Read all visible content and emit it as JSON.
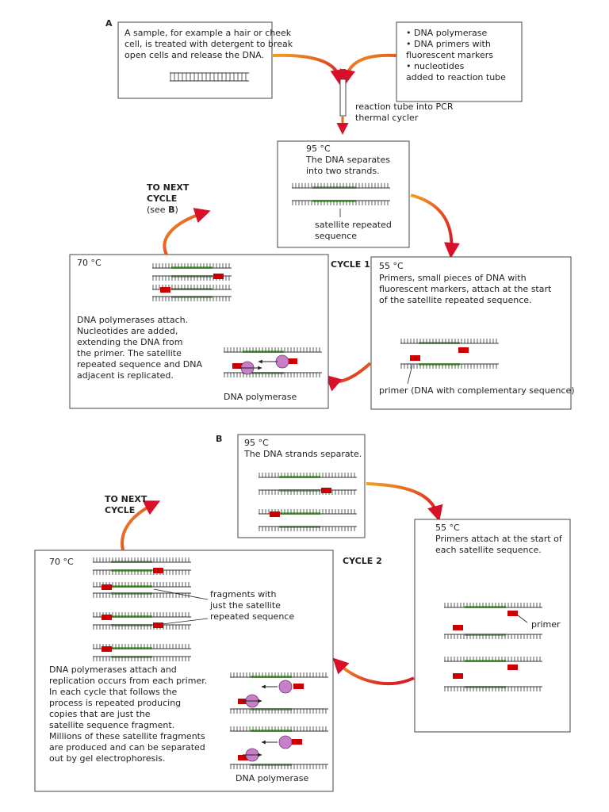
{
  "section_a": {
    "letter": "A",
    "sample_text": [
      "A sample, for example a hair or cheek",
      "cell, is treated with detergent to break",
      "open cells and release the DNA."
    ],
    "reagents": [
      "• DNA polymerase",
      "• DNA primers with",
      "  fluorescent markers",
      "• nucleotides",
      "added to reaction tube"
    ],
    "tube_label": [
      "reaction tube into PCR",
      "thermal cycler"
    ],
    "cycle_label": "CYCLE 1",
    "next_cycle": [
      "TO NEXT",
      "CYCLE"
    ],
    "see_prefix": "(see ",
    "see_b": "B",
    "see_suffix": ")",
    "denature": {
      "temp": "95 °C",
      "text": [
        "The DNA separates",
        "into two strands."
      ],
      "satellite": [
        "satellite repeated",
        "sequence"
      ]
    },
    "anneal": {
      "temp": "55 °C",
      "text": [
        "Primers, small pieces of DNA with",
        "fluorescent markers, attach at the start",
        "of the satellite repeated sequence."
      ],
      "primer_note": "primer (DNA with complementary sequence)"
    },
    "extend": {
      "temp": "70 °C",
      "text": [
        "DNA polymerases attach.",
        "Nucleotides are added,",
        "extending the DNA from",
        "the primer. The satellite",
        "repeated sequence and DNA",
        "adjacent is replicated."
      ],
      "polymerase": "DNA polymerase"
    }
  },
  "section_b": {
    "letter": "B",
    "cycle_label": "CYCLE 2",
    "next_cycle": [
      "TO NEXT",
      "CYCLE"
    ],
    "denature": {
      "temp": "95 °C",
      "text": [
        "The DNA strands separate."
      ]
    },
    "anneal": {
      "temp": "55 °C",
      "text": [
        "Primers attach at the start of",
        "each satellite sequence."
      ],
      "primer": "primer"
    },
    "extend": {
      "temp": "70 °C",
      "fragments": [
        "fragments with",
        "just the satellite",
        "repeated sequence"
      ],
      "text": [
        "DNA polymerases attach and",
        "replication occurs from each primer.",
        "In each cycle that follows the",
        "process is repeated producing",
        "copies that are just the",
        "satellite sequence fragment.",
        "Millions of these satellite fragments",
        "are produced and can be separated",
        "out by gel electrophoresis."
      ],
      "polymerase": "DNA polymerase"
    }
  },
  "colors": {
    "strand": "#333333",
    "satellite": "#7cc46a",
    "primer": "#cc0000",
    "polymerase": "#c77fc8",
    "arrow_start": "#f0a020",
    "arrow_end": "#d8102a"
  }
}
